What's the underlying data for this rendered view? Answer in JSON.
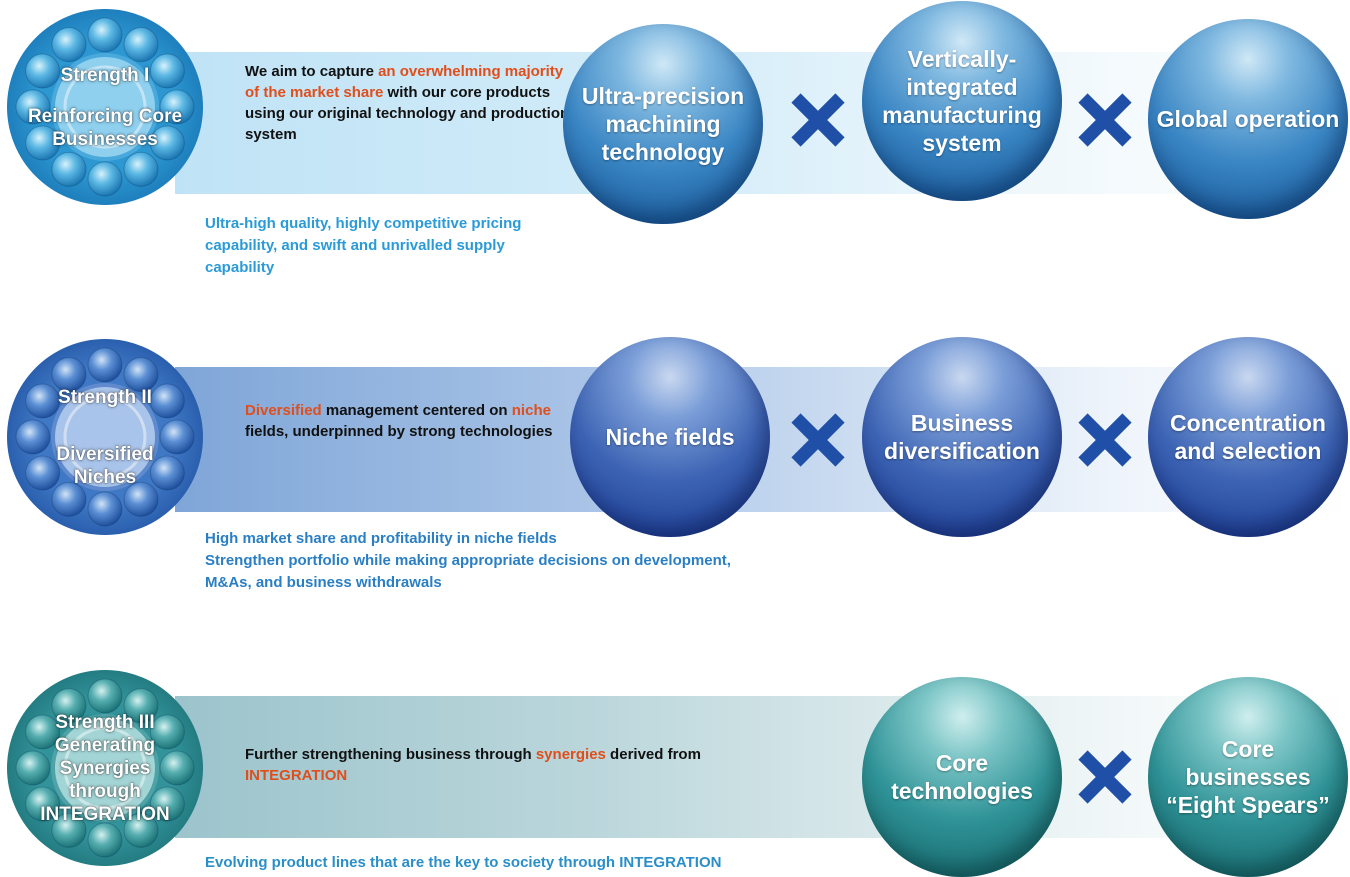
{
  "strength1": {
    "title": "Strength I",
    "subtitle_lines": [
      "Reinforcing Core",
      "Businesses"
    ],
    "desc_prefix": "We aim to capture ",
    "desc_highlight": "an overwhelming majority of the market share",
    "desc_suffix": " with our core products using our original technology and production system",
    "note": "Ultra-high quality, highly competitive pricing capability, and swift and unrivalled supply capability",
    "spheres": [
      "Ultra-precision machining technology",
      "Vertically-integrated manufacturing system",
      "Global operation"
    ]
  },
  "strength2": {
    "title": "Strength II",
    "subtitle_lines": [
      "Diversified",
      "Niches"
    ],
    "desc_highlight1": "Diversified",
    "desc_part2": " management centered on ",
    "desc_highlight2": "niche",
    "desc_part3": " fields, underpinned by strong technologies",
    "note_line1": "High market share and profitability in niche fields",
    "note_line2": "Strengthen portfolio while making appropriate decisions on development, M&As, and business withdrawals",
    "spheres": [
      "Niche fields",
      "Business diversification",
      "Concentration and selection"
    ]
  },
  "strength3": {
    "title": "Strength III",
    "subtitle_lines": [
      "Generating",
      "Synergies",
      "through",
      "INTEGRATION"
    ],
    "desc_prefix": "Further strengthening business through ",
    "desc_highlight": "synergies",
    "desc_mid": " derived from ",
    "desc_highlight2": "INTEGRATION",
    "note": "Evolving product lines that are the key to society through INTEGRATION",
    "spheres": [
      "Core technologies",
      "Core businesses “Eight Spears”"
    ]
  },
  "colors": {
    "highlight": "#e04e1b",
    "note_blue1": "#2a9bd8",
    "note_blue2": "#2a7fc4",
    "note_teal": "#2a8fc8",
    "cross": "#1f4fa6"
  }
}
